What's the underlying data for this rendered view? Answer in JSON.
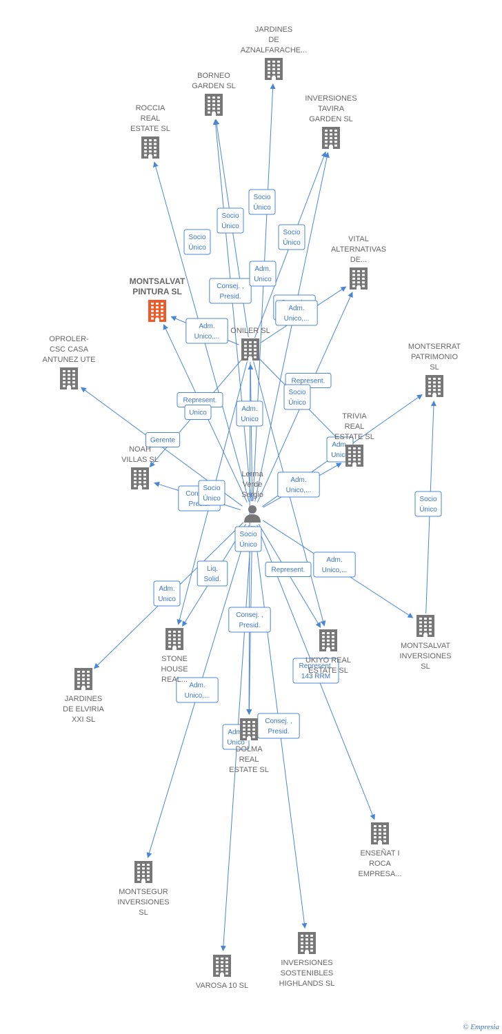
{
  "colors": {
    "edge": "#4a86d6",
    "node": "#777777",
    "focus": "#f05a28",
    "label": "#666666"
  },
  "nodes": [
    {
      "id": "jardines_az",
      "lines": [
        "JARDINES",
        "DE",
        "AZNALFARACHE..."
      ],
      "icon": "building-icon"
    },
    {
      "id": "borneo",
      "lines": [
        "BORNEO",
        "GARDEN  SL"
      ],
      "icon": "building-icon"
    },
    {
      "id": "inv_tavira",
      "lines": [
        "INVERSIONES",
        "TAVIRA",
        "GARDEN  SL"
      ],
      "icon": "building-icon"
    },
    {
      "id": "roccia",
      "lines": [
        "ROCCIA",
        "REAL",
        "ESTATE  SL"
      ],
      "icon": "building-icon"
    },
    {
      "id": "vital",
      "lines": [
        "VITAL",
        "ALTERNATIVAS",
        "DE..."
      ],
      "icon": "building-icon"
    },
    {
      "id": "montsalvat_pintura",
      "lines": [
        "MONTSALVAT",
        "PINTURA  SL"
      ],
      "icon": "building-icon",
      "focus": true
    },
    {
      "id": "oniler",
      "lines": [
        "ONILER SL"
      ],
      "icon": "building-icon"
    },
    {
      "id": "oproler",
      "lines": [
        "OPROLER-",
        "CSC CASA",
        "ANTUNEZ UTE"
      ],
      "icon": "building-icon"
    },
    {
      "id": "montserrat",
      "lines": [
        "MONTSERRAT",
        "PATRIMONIO",
        "SL"
      ],
      "icon": "building-icon"
    },
    {
      "id": "trivia",
      "lines": [
        "TRIVIA",
        "REAL",
        "ESTATE  SL"
      ],
      "icon": "building-icon"
    },
    {
      "id": "noah",
      "lines": [
        "NOAH",
        "VILLAS  SL"
      ],
      "icon": "building-icon"
    },
    {
      "id": "person",
      "lines": [
        "Lerma",
        "Verde",
        "Sergio"
      ],
      "icon": "person-icon"
    },
    {
      "id": "montsalvat_inv",
      "lines": [
        "MONTSALVAT",
        "INVERSIONES",
        "SL"
      ],
      "icon": "building-icon"
    },
    {
      "id": "stone",
      "lines": [
        "STONE",
        "HOUSE",
        "REAL..."
      ],
      "icon": "building-icon"
    },
    {
      "id": "ukiyo",
      "lines": [
        "UKIYO REAL",
        "ESTATE  SL"
      ],
      "icon": "building-icon"
    },
    {
      "id": "jardines_elv",
      "lines": [
        "JARDINES",
        "DE ELVIRIA",
        "XXI  SL"
      ],
      "icon": "building-icon"
    },
    {
      "id": "dolma",
      "lines": [
        "DOLMA",
        "REAL",
        "ESTATE  SL"
      ],
      "icon": "building-icon"
    },
    {
      "id": "ensenat",
      "lines": [
        "ENSEÑAT I",
        "ROCA",
        "EMPRESA..."
      ],
      "icon": "building-icon"
    },
    {
      "id": "montsegur",
      "lines": [
        "MONTSEGUR",
        "INVERSIONES",
        "SL"
      ],
      "icon": "building-icon"
    },
    {
      "id": "inv_sost",
      "lines": [
        "INVERSIONES",
        "SOSTENIBLES",
        "HIGHLANDS SL"
      ],
      "icon": "building-icon"
    },
    {
      "id": "varosa",
      "lines": [
        "VAROSA 10 SL"
      ],
      "icon": "building-icon"
    }
  ],
  "edges": [
    {
      "from": "person",
      "to": "jardines_az",
      "label": [
        "Socio",
        "Único"
      ]
    },
    {
      "from": "person",
      "to": "borneo",
      "label": [
        "Socio",
        "Único"
      ]
    },
    {
      "from": "person",
      "to": "inv_tavira",
      "label": [
        "Socio",
        "Único"
      ]
    },
    {
      "from": "person",
      "to": "roccia",
      "label": [
        "Socio",
        "Único"
      ]
    },
    {
      "from": "person",
      "to": "vital",
      "label": [
        "Consej. ,",
        "Presid."
      ]
    },
    {
      "from": "person",
      "to": "montsalvat_pintura",
      "label": [
        "Consej. ,",
        "Presid."
      ]
    },
    {
      "from": "person",
      "to": "oniler",
      "label": [
        "Adm.",
        "Unico"
      ]
    },
    {
      "from": "person",
      "to": "oproler",
      "label": [
        "Gerente"
      ]
    },
    {
      "from": "person",
      "to": "montserrat",
      "label": [
        "Adm.",
        "Unico"
      ]
    },
    {
      "from": "person",
      "to": "trivia",
      "label": [
        "Adm.",
        "Unico,..."
      ]
    },
    {
      "from": "person",
      "to": "noah",
      "label": [
        "Consej. ,",
        "Presid."
      ]
    },
    {
      "from": "person",
      "to": "montsalvat_inv",
      "label": [
        "Adm.",
        "Unico,..."
      ]
    },
    {
      "from": "person",
      "to": "stone",
      "label": [
        "Liq.",
        "Solid."
      ]
    },
    {
      "from": "person",
      "to": "ukiyo",
      "label": [
        "Represent."
      ]
    },
    {
      "from": "person",
      "to": "jardines_elv",
      "label": [
        "Adm.",
        "Unico"
      ]
    },
    {
      "from": "person",
      "to": "dolma",
      "label": [
        "Consej. ,",
        "Presid."
      ]
    },
    {
      "from": "person",
      "to": "ensenat",
      "label": [
        "Represent.",
        "143 RRM"
      ]
    },
    {
      "from": "person",
      "to": "montsegur",
      "label": [
        "Adm.",
        "Unico,..."
      ]
    },
    {
      "from": "person",
      "to": "inv_sost",
      "label": [
        "Consej. ,",
        "Presid."
      ]
    },
    {
      "from": "person",
      "to": "varosa",
      "label": [
        "Adm.",
        "Unico"
      ]
    },
    {
      "from": "montsalvat_inv",
      "to": "montserrat",
      "label": [
        "Socio",
        "Único"
      ]
    },
    {
      "from": "oniler",
      "to": "noah",
      "label": [
        "Represent."
      ]
    },
    {
      "from": "oniler",
      "to": "trivia",
      "label": [
        "Represent."
      ]
    },
    {
      "from": "oniler",
      "to": "vital",
      "label": [
        "Adm.",
        "Unico,..."
      ]
    },
    {
      "from": "oniler",
      "to": "stone",
      "label": [
        "Socio",
        "Único"
      ]
    },
    {
      "from": "oniler",
      "to": "ukiyo",
      "label": [
        "Socio",
        "Único"
      ]
    },
    {
      "from": "oniler",
      "to": "montsalvat_pintura",
      "label": [
        "Adm.",
        "Unico,..."
      ]
    },
    {
      "from": "oniler",
      "to": "dolma",
      "label": [
        "Socio",
        "Único"
      ]
    },
    {
      "from": "oniler",
      "to": "inv_tavira",
      "label": [
        "Adm.",
        "Unico"
      ]
    },
    {
      "from": "oniler",
      "to": "borneo",
      "label": [
        "Unico"
      ]
    }
  ],
  "credit": {
    "symbol": "©",
    "brand": "Empresia"
  }
}
